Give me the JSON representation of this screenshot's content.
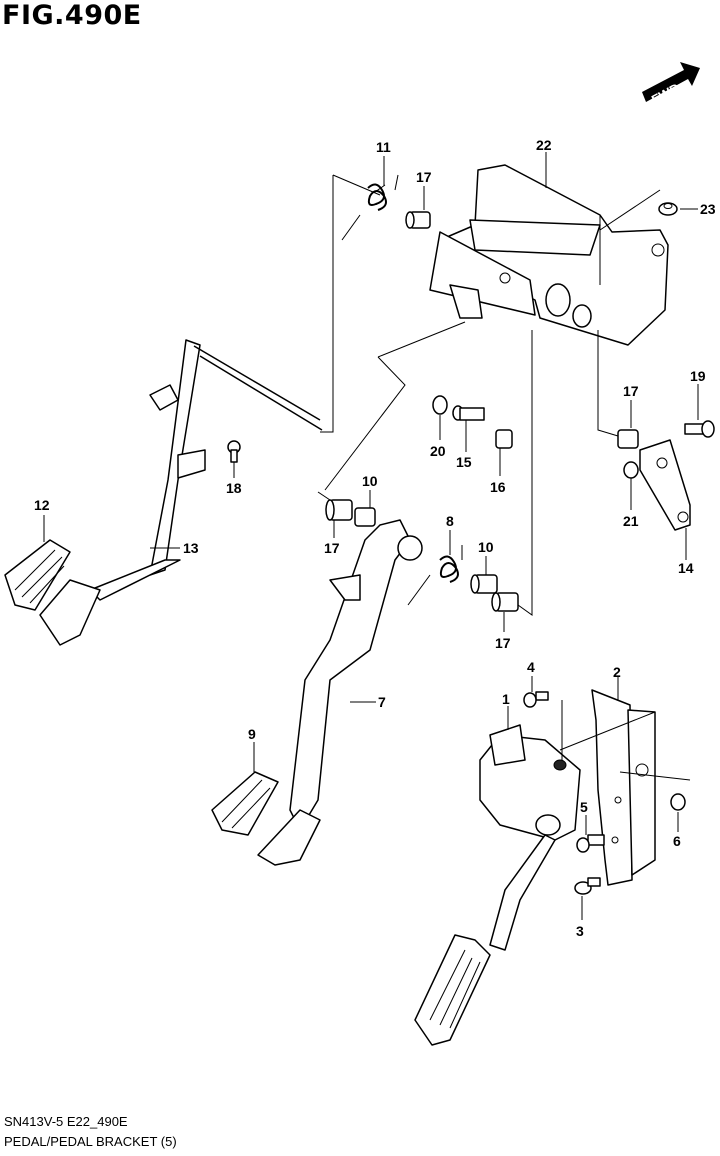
{
  "figure_title": "FIG.490E",
  "footer": {
    "code": "SN413V-5 E22_490E",
    "description": "PEDAL/PEDAL BRACKET (5)"
  },
  "fwd_label": "FWD",
  "callouts": {
    "c1": "1",
    "c2": "2",
    "c3": "3",
    "c4": "4",
    "c5": "5",
    "c6": "6",
    "c7": "7",
    "c8": "8",
    "c9": "9",
    "c10a": "10",
    "c10b": "10",
    "c11": "11",
    "c12": "12",
    "c13": "13",
    "c14": "14",
    "c15": "15",
    "c16": "16",
    "c17a": "17",
    "c17b": "17",
    "c17c": "17",
    "c17d": "17",
    "c18": "18",
    "c19": "19",
    "c20": "20",
    "c21": "21",
    "c22": "22",
    "c23": "23"
  }
}
